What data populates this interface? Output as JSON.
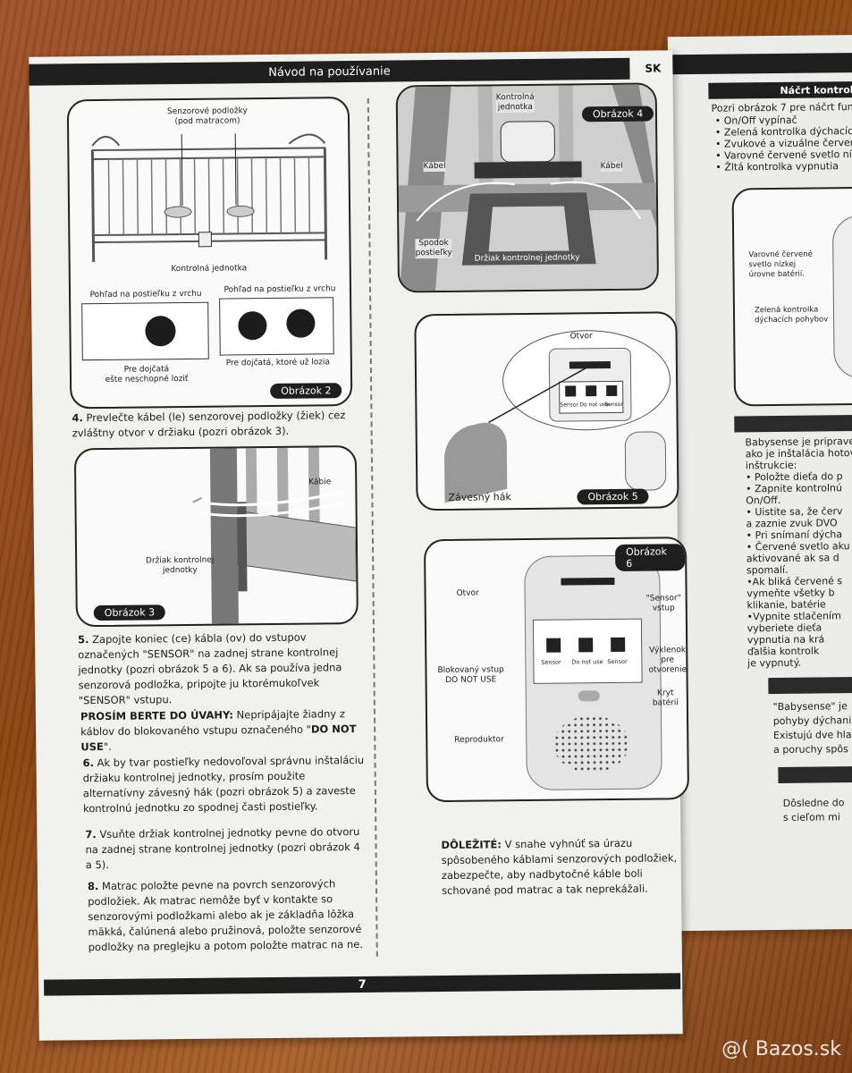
{
  "page": {
    "header_title": "Návod na používanie",
    "lang_tag": "SK",
    "page_number": "7"
  },
  "figures": {
    "fig2": {
      "label": "Obrázok 2",
      "sensor_pads": "Senzorové podložky\n(pod matracom)",
      "control_unit": "Kontrolná jednotka",
      "top_view_left": "Pohľad na postieľku z vrchu",
      "top_view_right": "Pohľad na postieľku z vrchu",
      "caption_left": "Pre dojčatá\nešte neschopné loziť",
      "caption_right": "Pre dojčatá, ktoré už lozia"
    },
    "fig3": {
      "label": "Obrázok 3",
      "cable": "Kábie",
      "holder": "Držiak kontrolnej\njednotky"
    },
    "fig4": {
      "label": "Obrázok 4",
      "control_unit": "Kontrolná\njednotka",
      "cable_left": "Kábel",
      "cable_right": "Kábel",
      "crib_bottom": "Spodok\npostieľky",
      "holder": "Držiak kontrolnej jednotky"
    },
    "fig5": {
      "label": "Obrázok 5",
      "opening": "Otvor",
      "hook": "Závesný hák",
      "port1": "Sensor",
      "port2": "Do not use",
      "port3": "Sensor"
    },
    "fig6": {
      "label": "Obrázok 6",
      "opening": "Otvor",
      "sensor_input": "\"Sensor\"\nvstup",
      "blocked_input": "Blokovaný vstup\nDO NOT USE",
      "notch": "Výklenok\npre\notvorenie",
      "cover": "Kryt\nbatérií",
      "speaker": "Reproduktor",
      "port1": "Sensor",
      "port2": "Do not use",
      "port3": "Sensor"
    }
  },
  "instructions": {
    "step4_num": "4.",
    "step4": "Prevlečte kábel (le) senzorovej podložky (žiek) cez zvláštny otvor v držiaku (pozri obrázok 3).",
    "step5_num": "5.",
    "step5": "Zapojte koniec (ce) kábla (ov) do vstupov označených \"SENSOR\" na zadnej strane kontrolnej jednotky (pozri obrázok 5 a 6). Ak sa používa jedna senzorová podložka, pripojte ju ktorémukoľvek \"SENSOR\" vstupu.",
    "notice_title": "PROSÍM BERTE DO ÚVAHY:",
    "notice_text": "Nepripájajte žiadny z káblov do blokovaného vstupu označeného \"",
    "notice_bold": "DO NOT USE",
    "notice_end": "\".",
    "step6_num": "6.",
    "step6": "Ak by tvar postieľky nedovoľoval správnu inštaláciu držiaku kontrolnej jednotky, prosím použite alternatívny závesný hák (pozri obrázok 5) a zaveste kontrolnú jednotku zo spodnej časti postieľky.",
    "step7_num": "7.",
    "step7": "Vsuňte držiak kontrolnej jednotky pevne do otvoru na zadnej strane kontrolnej jednotky (pozri obrázok 4 a 5).",
    "step8_num": "8.",
    "step8": "Matrac položte pevne na povrch senzorových podložiek. Ak matrac nemôže byť v kontakte so senzorovými podložkami alebo ak je základňa lôžka mäkká, čalúnená alebo pružinová, položte senzorové podložky na preglejku a potom položte matrac na ne.",
    "important_title": "DÔLEŽITÉ:",
    "important_text": "V snahe vyhnúť sa úrazu spôsobeného káblami senzorových podložiek, zabezpečte, aby nadbytočné káble boli schované pod matrac a tak neprekážali."
  },
  "right_page": {
    "header": "Náčrt kontrol",
    "intro": "Pozri obrázok 7 pre náčrt funk",
    "bullets": [
      "• On/Off vypínač",
      "• Zelená kontrolka dýchacích",
      "• Zvukové a vizuálne červené",
      "• Varovné červené svetlo níz",
      "• Žltá kontrolka vypnutia"
    ],
    "callout1": "Varovné červené\nsvetlo nízkej\núrovne batérií.",
    "callout2": "Zelená kontrolka\ndýchacích pohybov",
    "bs_lines": [
      "Babysense je priprave",
      "ako je inštalácia hotov",
      "inštrukcie:",
      "• Položte dieťa do p",
      "• Zapnite kontrolnú",
      "  On/Off.",
      "• Uistite sa, že červ",
      "  a zaznie zvuk DVO",
      "• Pri snímaní dýcha",
      "• Červené svetlo aku",
      "  aktivované ak sa d",
      "  spomalí.",
      "•Ak bliká červené s",
      "  vymeňte všetky b",
      "  klikanie, batérie",
      "•Vypnite stlačením",
      "  vyberiete dieťa",
      "  vypnutia na krá",
      "  ďalšia kontrolk",
      "  je vypnutý."
    ],
    "bs2_lines": [
      "\"Babysense\" je",
      "pohyby dýchani",
      "Existujú dve hla",
      "a poruchy spôs"
    ],
    "bs3_lines": [
      "Dôsledne do",
      "s cieľom mi"
    ]
  },
  "watermark": "@( Bazos.sk"
}
